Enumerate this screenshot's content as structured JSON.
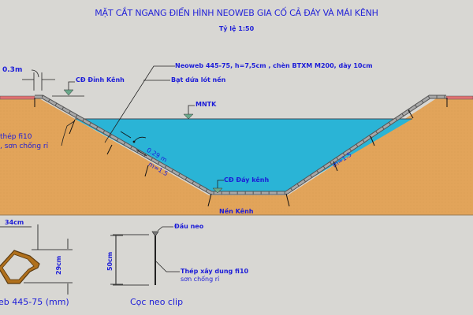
{
  "header": {
    "title": "MẶT CẮT NGANG ĐIỂN HÌNH NEOWEB GIA CỐ CẢ ĐÁY VÀ MÁI KÊNH",
    "scale": "Tỷ lệ 1:50"
  },
  "cross_section": {
    "dim_top_berm": "0.3m",
    "crest_level": "CĐ Đỉnh Kênh",
    "neoweb_note": "Neoweb 445-75, h=7,5cm , chèn BTXM M200, dày 10cm",
    "geotextile_note": "Bạt dứa lót nền",
    "water_level": "MNTK",
    "anchor_note_line1": "thép fi10",
    "anchor_note_line2": ", sơn chống rỉ",
    "thickness_dim": "0.29 m",
    "slope_left": "m=1.5",
    "slope_right": "m=1.5",
    "bed_level": "CĐ Đáy kênh",
    "foundation": "Nền Kênh"
  },
  "detail_cell": {
    "width_dim": "34cm",
    "height_dim": "29cm",
    "caption": "eb 445-75 (mm)"
  },
  "detail_anchor": {
    "length_dim": "50cm",
    "head_label": "Đầu neo",
    "steel_line1": "Thép xây dung fi10",
    "steel_line2": "sơn chống rỉ",
    "caption": "Cọc neo clip"
  },
  "colors": {
    "background": "#d8d7d3",
    "earth": "#e2a45a",
    "water": "#2ab4d6",
    "lining": "#9a9a9a",
    "crest_strip": "#e07070",
    "text": "#1c1cd8",
    "level_marker": "#6aa88a"
  }
}
